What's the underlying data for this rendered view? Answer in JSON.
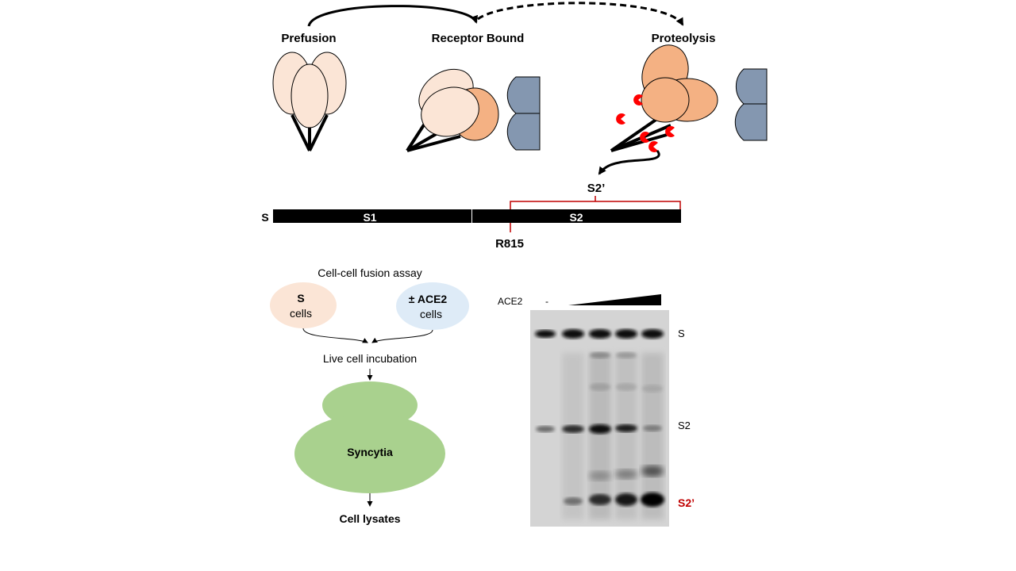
{
  "stages": {
    "prefusion": "Prefusion",
    "receptor_bound": "Receptor Bound",
    "proteolysis": "Proteolysis"
  },
  "cleavage_product": "S2’",
  "domain_bar": {
    "protein": "S",
    "s1": "S1",
    "s2": "S2",
    "site": "R815"
  },
  "assay": {
    "title": "Cell-cell fusion assay",
    "s_cells_line1": "S",
    "s_cells_line2": "cells",
    "ace2_cells_line1": "± ACE2",
    "ace2_cells_line2": "cells",
    "incubation": "Live cell incubation",
    "syncytia": "Syncytia",
    "lysates": "Cell lysates"
  },
  "gel": {
    "ace2_label": "ACE2",
    "minus": "-",
    "band_s": "S",
    "band_s2": "S2",
    "band_s2prime": "S2’"
  },
  "colors": {
    "prefusion_subunit": "#fbe5d6",
    "activated_subunit": "#f4b183",
    "receptor": "#8497b0",
    "protease": "#ff0000",
    "s2_bracket": "#c00000",
    "s_cells": "#fbe5d6",
    "ace2_cells": "#deebf7",
    "syncytia": "#a9d18e",
    "s2prime_label": "#c00000"
  }
}
